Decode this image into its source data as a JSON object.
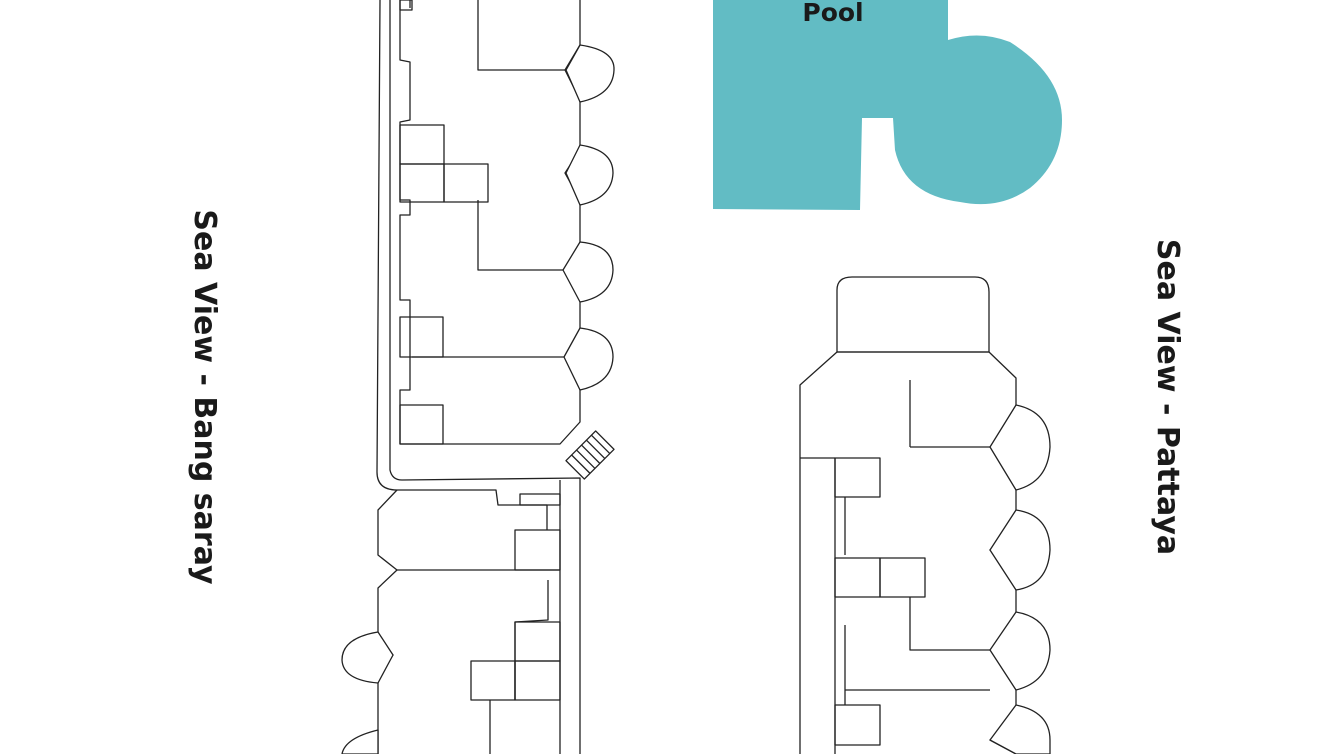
{
  "pool": {
    "label": "Pool",
    "color": "#62BCC4"
  },
  "labels": {
    "left": "Sea View - Bang saray",
    "right": "Sea View - Pattaya"
  },
  "colors": {
    "line": "#222222",
    "background": "#ffffff",
    "text": "#1a1a1a"
  }
}
